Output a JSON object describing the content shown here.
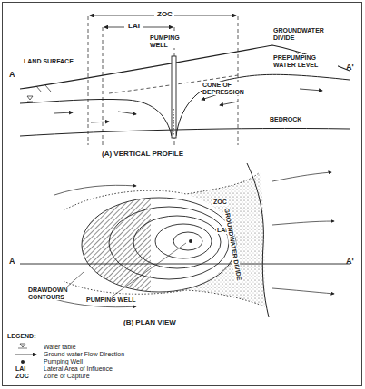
{
  "diagram": {
    "labels": [
      "ZOC",
      "LAI",
      "PUMPING WELL",
      "GROUNDWATER DIVIDE",
      "LAND SURFACE",
      "A",
      "A'",
      "PREPUMPING WATER LEVEL",
      "CONE OF DEPRESSION",
      "BEDROCK",
      "(A) VERTICAL PROFILE",
      "ZOC",
      "LAI",
      "GROUNDWATER DIVIDE",
      "A",
      "A'",
      "DRAWDOWN CONTOURS",
      "PUMPING WELL",
      "(B) PLAN VIEW",
      "LEGEND:",
      "LAI",
      "ZOC"
    ],
    "legend": [
      {
        "text": "Water table"
      },
      {
        "text": "Ground-water Flow Direction"
      },
      {
        "text": "Pumping Well"
      },
      {
        "text": "Lateral Area of Influence"
      },
      {
        "text": "Zone of Capture"
      }
    ]
  }
}
